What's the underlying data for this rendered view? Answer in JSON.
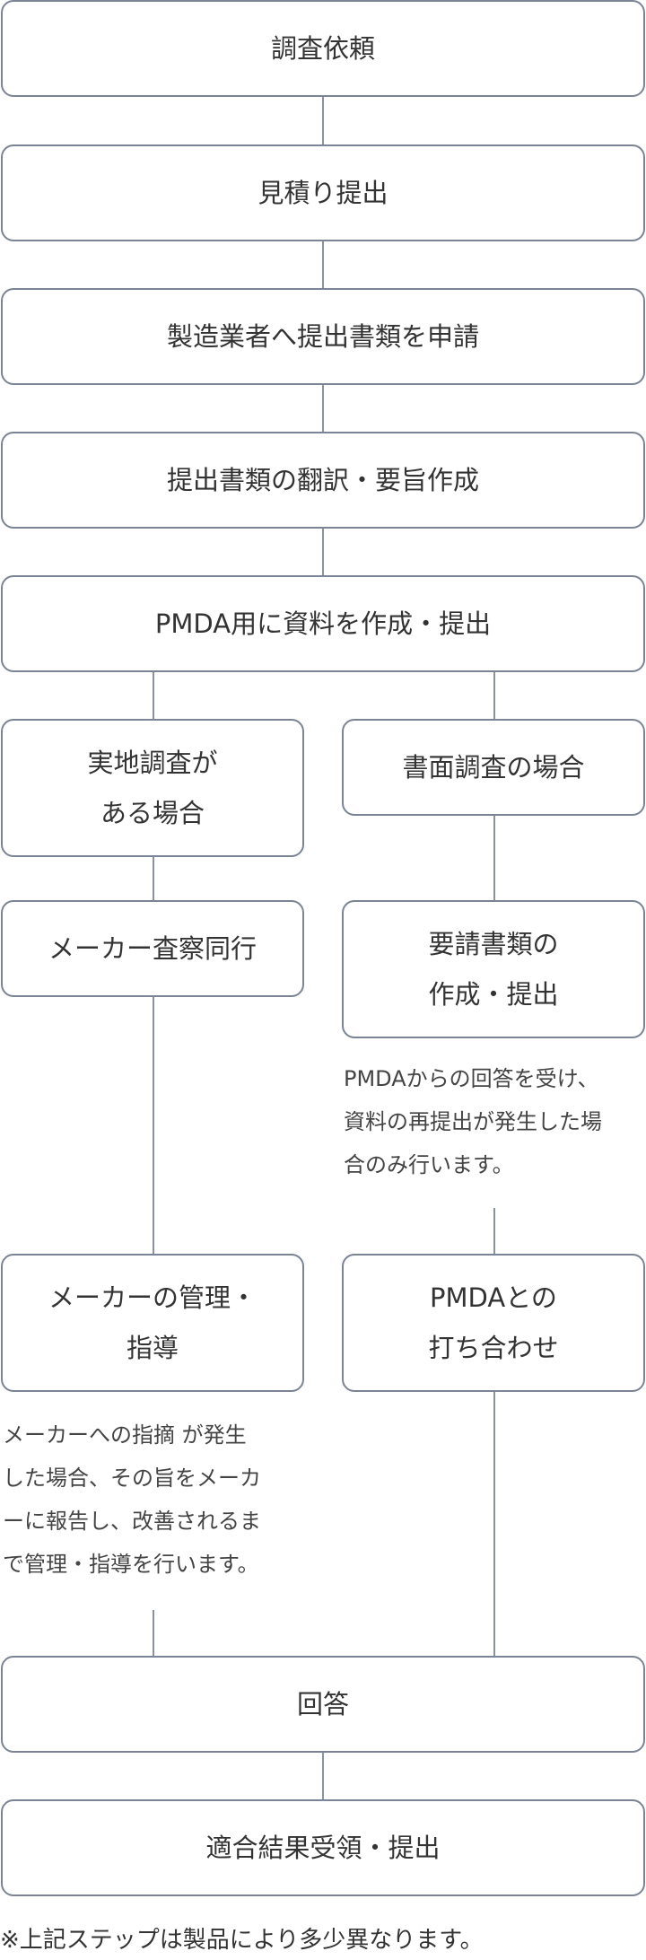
{
  "steps": {
    "request": "調査依頼",
    "estimate": "見積り提出",
    "apply_docs": "製造業者へ提出書類を申請",
    "translate": "提出書類の翻訳・要旨作成",
    "pmda_docs": "PMDA用に資料を作成・提出",
    "onsite_case": "実地調査が\nある場合",
    "document_case": "書面調査の場合",
    "maker_inspection": "メーカー査察同行",
    "requested_docs": "要請書類の\n作成・提出",
    "maker_management": "メーカーの管理・\n指導",
    "pmda_meeting": "PMDAとの\n打ち合わせ",
    "answer": "回答",
    "result": "適合結果受領・提出"
  },
  "notes": {
    "right": "PMDAからの回答を受け、\n資料の再提出が発生した場\n合のみ行います。",
    "left": "メーカーへの指摘 が発生\nした場合、その旨をメーカ\nーに報告し、改善されるま\nで管理・指導を行います。"
  },
  "footnote": "※上記ステップは製品により多少異なります。",
  "colors": {
    "border": "#7b8494",
    "text": "#333333"
  }
}
